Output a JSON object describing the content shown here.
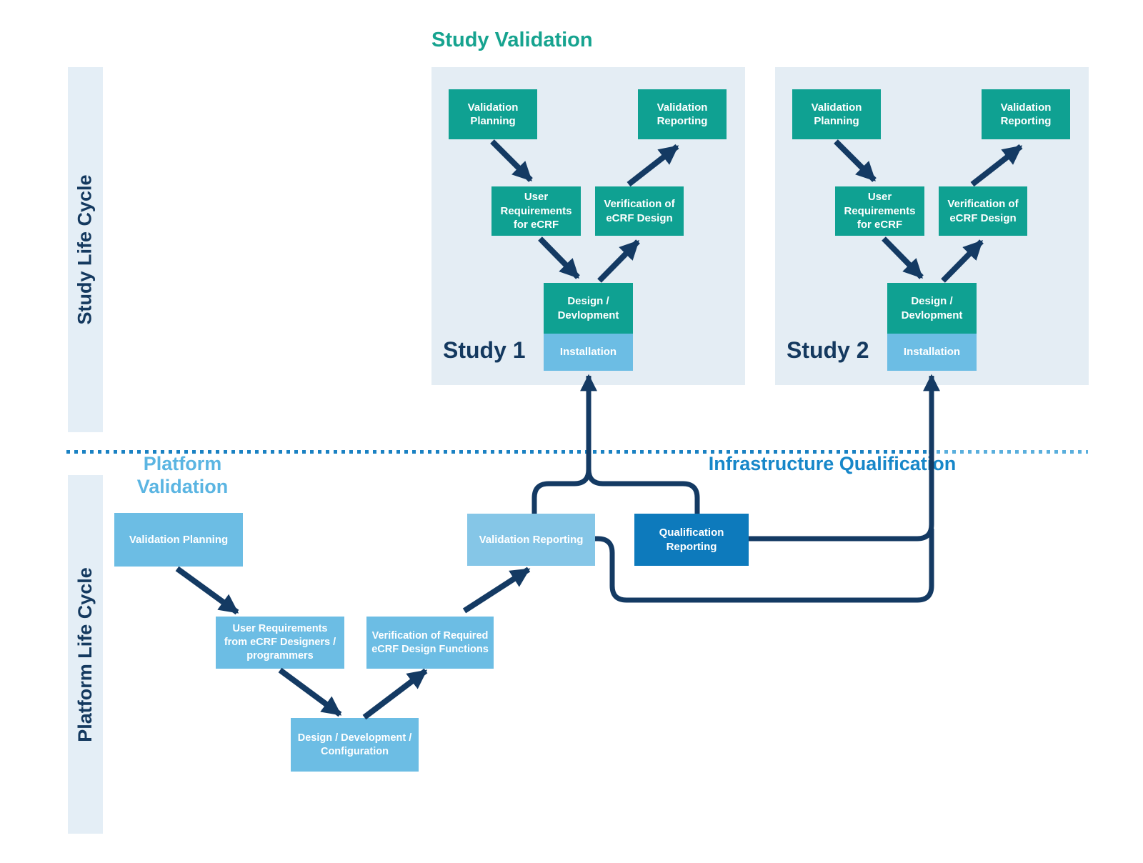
{
  "titles": {
    "study_validation": "Study Validation",
    "platform_validation": "Platform Validation",
    "infrastructure_qualification": "Infrastructure Qualification"
  },
  "lifecycle_bars": {
    "study": "Study Life Cycle",
    "platform": "Platform Life Cycle"
  },
  "studies": [
    {
      "name": "Study 1",
      "boxes": {
        "validation_planning": "Validation Planning",
        "validation_reporting": "Validation Reporting",
        "user_requirements": "User Requirements for eCRF",
        "verification": "Verification of eCRF Design",
        "design_development": "Design / Devlopment",
        "installation": "Installation"
      }
    },
    {
      "name": "Study 2",
      "boxes": {
        "validation_planning": "Validation Planning",
        "validation_reporting": "Validation Reporting",
        "user_requirements": "User Requirements for eCRF",
        "verification": "Verification of eCRF Design",
        "design_development": "Design / Devlopment",
        "installation": "Installation"
      }
    }
  ],
  "platform": {
    "validation_planning": "Validation Planning",
    "user_requirements": "User Requirements from eCRF Designers / programmers",
    "design_development": "Design / Development / Configuration",
    "verification": "Verification of Required eCRF Design Functions",
    "validation_reporting": "Validation Reporting",
    "qualification_reporting": "Qualification Reporting"
  },
  "colors": {
    "teal_box": "#0fa192",
    "teal_heading": "#16a38f",
    "light_blue_box": "#6cbde4",
    "lighter_blue_box": "#85c6e7",
    "dark_blue_box": "#0d7abc",
    "navy_lines_text": "#14395f",
    "panel_background": "#e4edf4",
    "bar_background": "#e4eef6",
    "divider_blue_left": "#1b82c3",
    "divider_blue_right": "#5aafdd",
    "platform_heading_blue": "#5bb5e2",
    "infrastructure_heading_blue": "#1787c9"
  }
}
